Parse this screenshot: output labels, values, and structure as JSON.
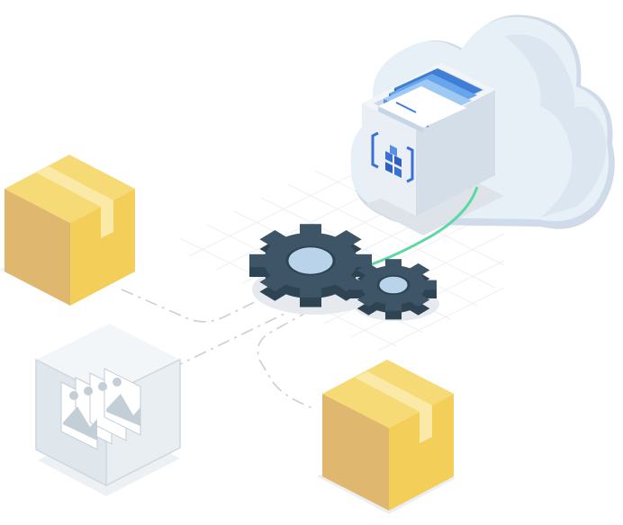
{
  "illustration": {
    "objects": [
      {
        "kind": "cloud",
        "icon": "cloud-icon"
      },
      {
        "kind": "container-drawer",
        "icon": "artifact-registry-icon"
      },
      {
        "kind": "large-gear",
        "icon": "gear-icon"
      },
      {
        "kind": "small-gear",
        "icon": "gear-icon"
      },
      {
        "kind": "box-top-left",
        "icon": "package-box-icon"
      },
      {
        "kind": "image-cube",
        "icon": "image-stack-icon"
      },
      {
        "kind": "box-bottom-right",
        "icon": "package-box-icon"
      }
    ],
    "colors": {
      "cloud": "#e6eef6",
      "cloud_shadow": "#cfdbe8",
      "drawer": "#dde6ee",
      "logo_blue": "#3b6fd8",
      "gear": "#3d5566",
      "gear_center": "#b9d4ea",
      "box_top": "#f6da76",
      "box_left": "#e0b76f",
      "box_right": "#f3cf5a",
      "connector": "#5dd7a3",
      "dash": "#c9d0d6",
      "grid": "#eceff2"
    }
  }
}
